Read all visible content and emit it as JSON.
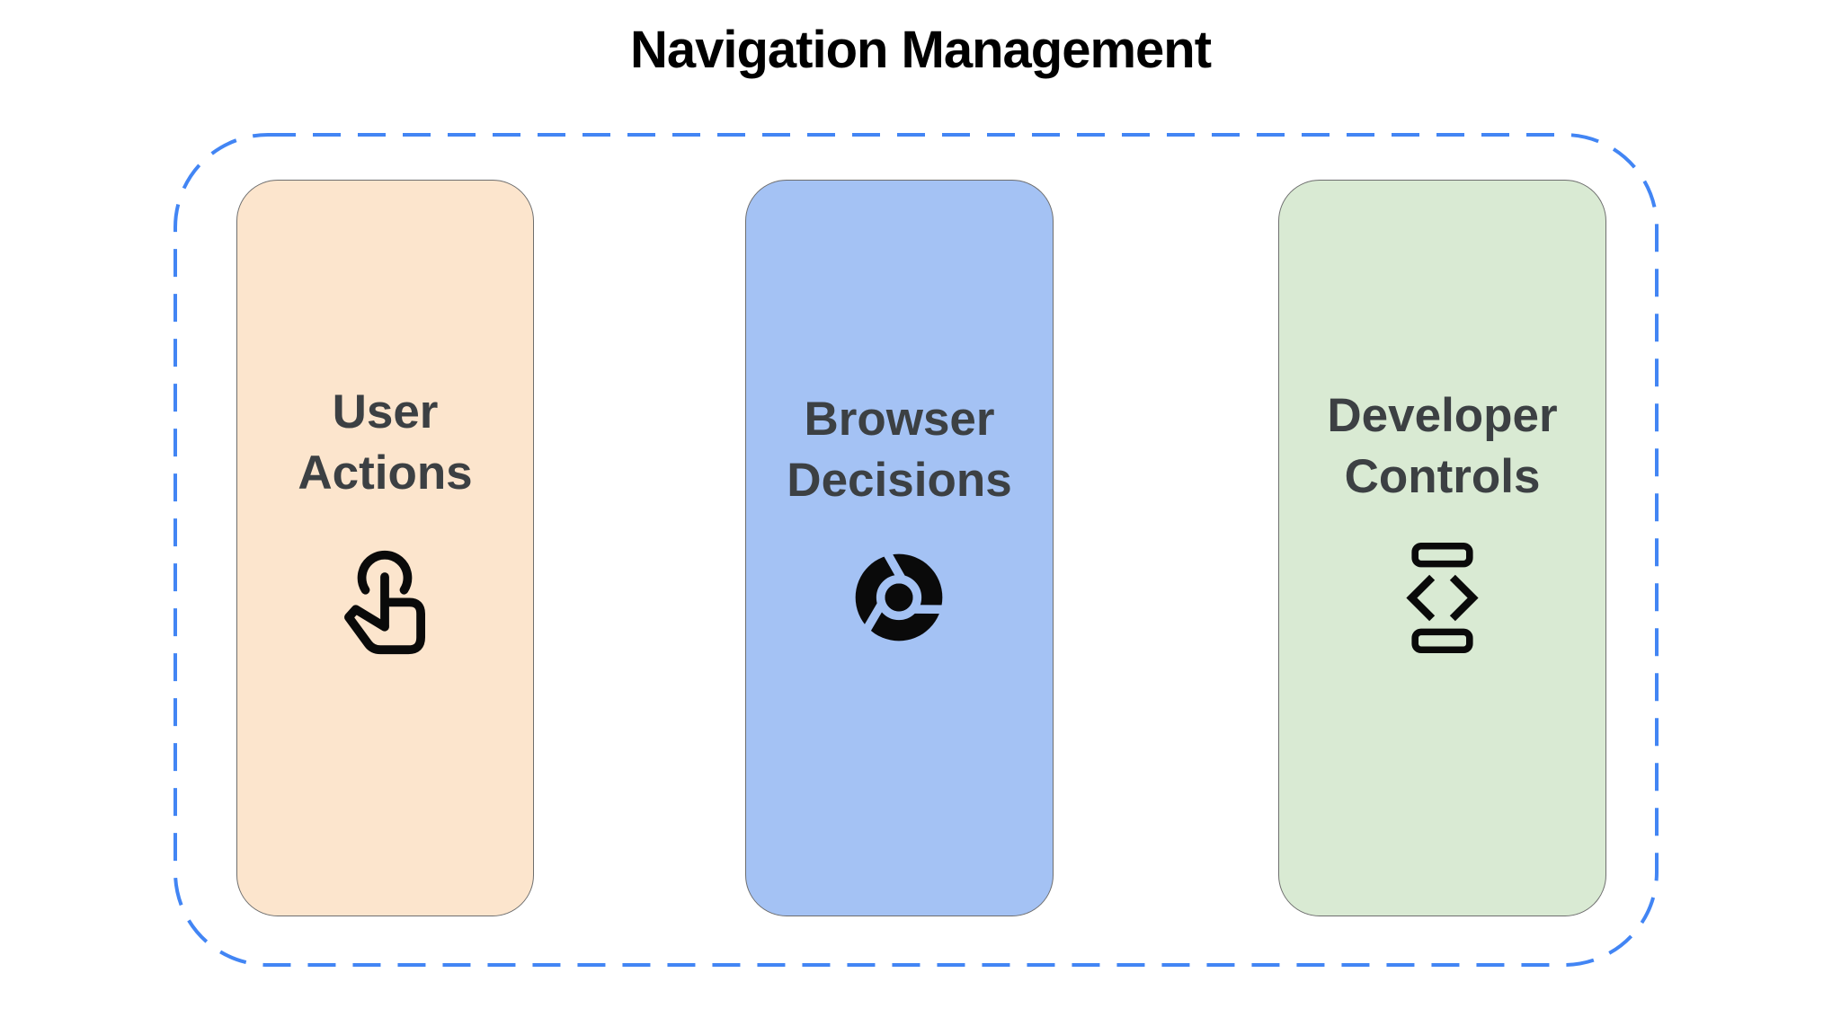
{
  "page_title": "Navigation Management",
  "boundary": {
    "color": "#4285F4",
    "style": "dashed-rounded-rectangle"
  },
  "cards": [
    {
      "line1": "User",
      "line2": "Actions",
      "icon": "touch-gesture-icon",
      "bg": "#FCE5CD"
    },
    {
      "line1": "Browser",
      "line2": "Decisions",
      "icon": "chrome-browser-icon",
      "bg": "#A4C2F4"
    },
    {
      "line1": "Developer",
      "line2": "Controls",
      "icon": "developer-mode-icon",
      "bg": "#D9EAD3"
    }
  ],
  "colors": {
    "title_text": "#000000",
    "label_text": "#3C4043",
    "icon": "#0A0A0A",
    "card_border": "#6E6E6E",
    "background": "#FFFFFF"
  }
}
